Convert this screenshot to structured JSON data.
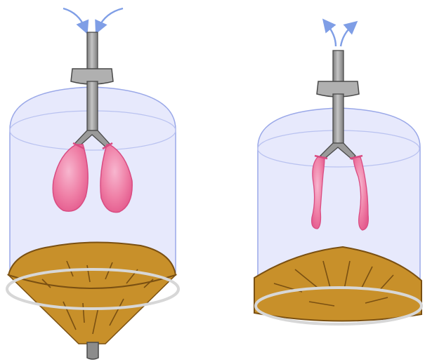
{
  "diagram": {
    "models": [
      {
        "id": "inhale-model",
        "air_flow": "in",
        "lungs_state": "inflated",
        "diaphragm_state": "pulled-down"
      },
      {
        "id": "exhale-model",
        "air_flow": "out",
        "lungs_state": "deflated",
        "diaphragm_state": "pushed-up"
      }
    ],
    "colors": {
      "jar_fill": "#dfe2fb",
      "jar_outline": "#9aa8e8",
      "tube_fill": "#9a9a9a",
      "tube_outline": "#4a4a4a",
      "lung_fill": "#ef7fa6",
      "lung_outline": "#d94c82",
      "diaphragm_fill": "#c8902a",
      "diaphragm_outline": "#7a5012",
      "rim": "#d7d7d7",
      "arrow": "#7f9ee6"
    }
  }
}
